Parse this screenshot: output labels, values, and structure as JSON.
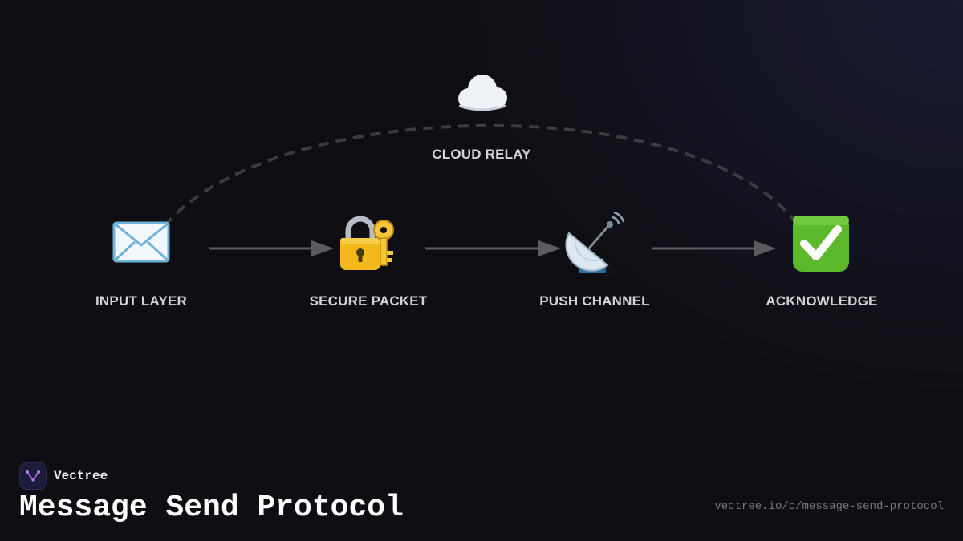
{
  "diagram": {
    "nodes": [
      {
        "id": "input",
        "label": "INPUT LAYER",
        "icon": "envelope-icon"
      },
      {
        "id": "secure",
        "label": "SECURE PACKET",
        "icon": "locked-with-key-icon"
      },
      {
        "id": "push",
        "label": "PUSH CHANNEL",
        "icon": "satellite-antenna-icon"
      },
      {
        "id": "ack",
        "label": "ACKNOWLEDGE",
        "icon": "check-mark-button-icon"
      },
      {
        "id": "relay",
        "label": "CLOUD RELAY",
        "icon": "cloud-icon"
      }
    ],
    "edges": [
      {
        "from": "input",
        "to": "secure",
        "style": "solid-arrow"
      },
      {
        "from": "secure",
        "to": "push",
        "style": "solid-arrow"
      },
      {
        "from": "push",
        "to": "ack",
        "style": "solid-arrow"
      },
      {
        "from": "input",
        "to": "ack",
        "via": "relay",
        "style": "dashed-arc"
      }
    ]
  },
  "brand": {
    "name": "Vectree",
    "icon": "vectree-logo-icon"
  },
  "title": "Message Send Protocol",
  "url": "vectree.io/c/message-send-protocol",
  "colors": {
    "background": "#0f0f13",
    "arrow": "#5b5b60",
    "dashed_arc": "#3c3c40",
    "label": "#d4d4d8",
    "check_green": "#5cb92c",
    "brand_accent": "#9b59d6"
  }
}
